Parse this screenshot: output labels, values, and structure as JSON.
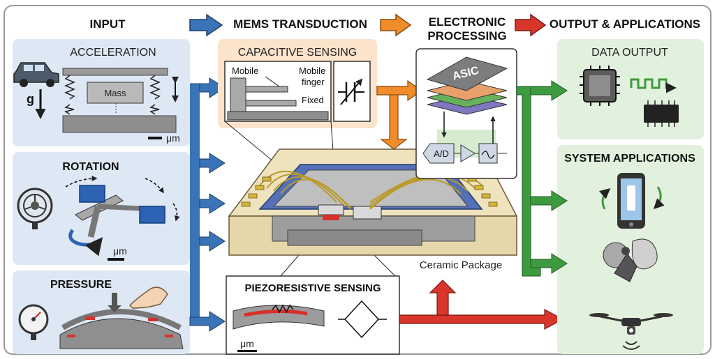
{
  "header": {
    "input": "INPUT",
    "mems": "MEMS TRANSDUCTION",
    "electronic_line1": "ELECTRONIC",
    "electronic_line2": "PROCESSING",
    "output": "OUTPUT & APPLICATIONS"
  },
  "input": {
    "acceleration": {
      "title": "ACCELERATION",
      "mass": "Mass",
      "g": "g",
      "unit": "μm"
    },
    "rotation": {
      "title": "ROTATION",
      "unit": "μm"
    },
    "pressure": {
      "title": "PRESSURE"
    }
  },
  "capacitive": {
    "title": "CAPACITIVE SENSING",
    "mobile": "Mobile",
    "mobile_finger_1": "Mobile",
    "mobile_finger_2": "finger",
    "fixed": "Fixed"
  },
  "package": {
    "label": "Ceramic Package"
  },
  "piezo": {
    "title": "PIEZORESISTIVE SENSING",
    "unit": "μm"
  },
  "electronics": {
    "asic": "ASIC",
    "ad": "A/D"
  },
  "output": {
    "data_output": "DATA OUTPUT",
    "system_applications": "SYSTEM APPLICATIONS"
  },
  "colors": {
    "blue": "#3a74b8",
    "orange": "#f08c2a",
    "red": "#d9362b",
    "green": "#3d9a3f",
    "input_panel": "#dde8f4",
    "cap_panel": "#fbe3cc",
    "output_panel": "#e2f1dd"
  }
}
